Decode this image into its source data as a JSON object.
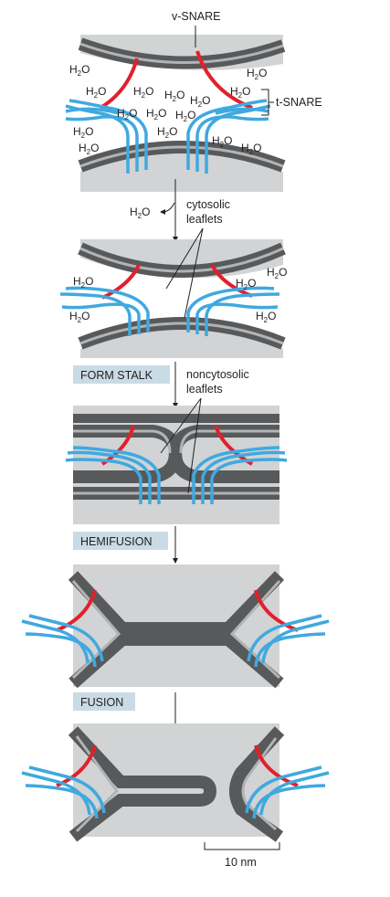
{
  "labels": {
    "v_snare": "v-SNARE",
    "t_snare": "t-SNARE",
    "cytosolic": [
      "cytosolic",
      "leaflets"
    ],
    "noncytosolic": [
      "noncytosolic",
      "leaflets"
    ],
    "water": "H2O",
    "scale_bar": "10 nm"
  },
  "steps": [
    {
      "id": "form_stalk",
      "label": "FORM STALK"
    },
    {
      "id": "hemifusion",
      "label": "HEMIFUSION"
    },
    {
      "id": "fusion",
      "label": "FUSION"
    }
  ],
  "colors": {
    "membrane_dark": "#58595b",
    "membrane_light": "#b1b3b4",
    "lumen_fill": "#d1d3d4",
    "v_snare_red": "#e2202c",
    "t_snare_blue": "#3fa9e0",
    "step_box": "#c9dbe5"
  }
}
